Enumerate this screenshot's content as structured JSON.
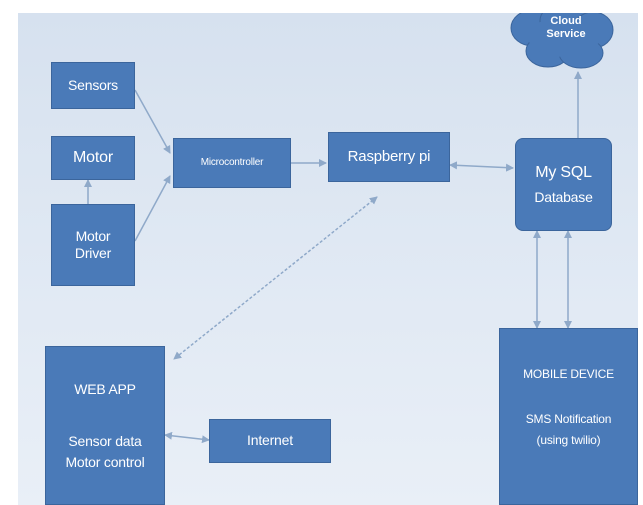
{
  "nodes": {
    "cloud": {
      "line1": "Cloud",
      "line2": "Service"
    },
    "sensors": {
      "label": "Sensors"
    },
    "motor": {
      "label": "Motor"
    },
    "motor_driver": {
      "line1": "Motor",
      "line2": "Driver"
    },
    "microcontroller": {
      "label": "Microcontroller"
    },
    "raspberry": {
      "label": "Raspberry pi"
    },
    "mysql": {
      "line1": "My SQL",
      "line2": "Database"
    },
    "webapp": {
      "line1": "WEB APP",
      "line2": "Sensor data",
      "line3": "Motor control"
    },
    "internet": {
      "label": "Internet"
    },
    "mobile": {
      "line1": "MOBILE DEVICE",
      "line2": "SMS Notification",
      "line3": "(using twilio)"
    }
  },
  "colors": {
    "box_fill": "#4a7ab8",
    "box_border": "#3b659c",
    "cloud_fill": "#4a7ab8",
    "connector": "#8fa9c9",
    "background": "#dce6f1"
  },
  "edges": [
    {
      "from": "sensors",
      "to": "microcontroller"
    },
    {
      "from": "motor_driver",
      "to": "microcontroller"
    },
    {
      "from": "motor_driver",
      "to": "motor"
    },
    {
      "from": "microcontroller",
      "to": "raspberry"
    },
    {
      "from": "raspberry",
      "to": "mysql",
      "bidirectional": true
    },
    {
      "from": "mysql",
      "to": "cloud"
    },
    {
      "from": "raspberry",
      "to": "webapp",
      "bidirectional": true
    },
    {
      "from": "mysql",
      "to": "mobile",
      "bidirectional": true
    },
    {
      "from": "internet",
      "to": "webapp",
      "bidirectional": true
    }
  ]
}
